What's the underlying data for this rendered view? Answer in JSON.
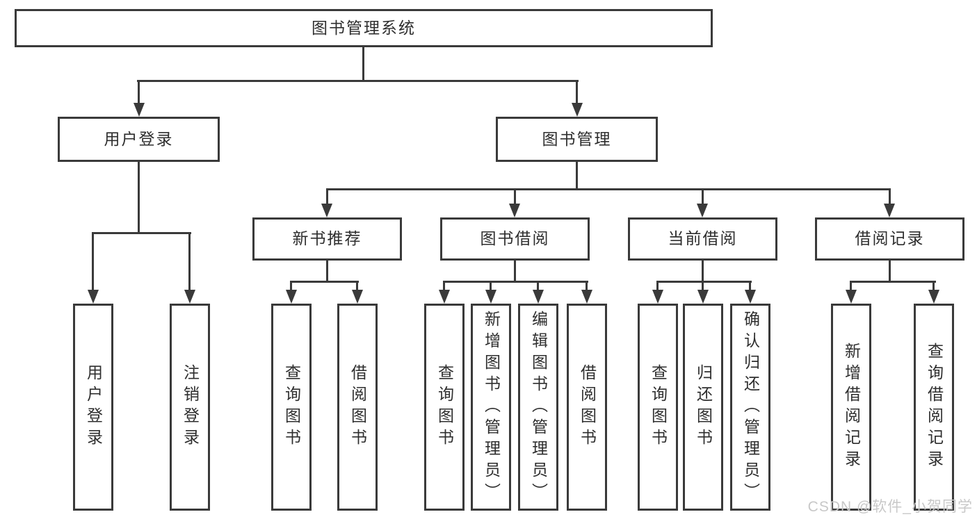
{
  "diagram": {
    "type": "hierarchy-tree",
    "orientation": "top-down",
    "colors": {
      "line": "#3a3a3a",
      "text": "#2e2e2e",
      "watermark": "#c8c8c8",
      "background": "#ffffff"
    }
  },
  "tree": {
    "label": "图书管理系统",
    "children": [
      {
        "label": "用户登录",
        "children": [
          {
            "label": "用户登录"
          },
          {
            "label": "注销登录"
          }
        ]
      },
      {
        "label": "图书管理",
        "children": [
          {
            "label": "新书推荐",
            "children": [
              {
                "label": "查询图书"
              },
              {
                "label": "借阅图书"
              }
            ]
          },
          {
            "label": "图书借阅",
            "children": [
              {
                "label": "查询图书"
              },
              {
                "label": "新增图书（管理员）"
              },
              {
                "label": "编辑图书（管理员）"
              },
              {
                "label": "借阅图书"
              }
            ]
          },
          {
            "label": "当前借阅",
            "children": [
              {
                "label": "查询图书"
              },
              {
                "label": "归还图书"
              },
              {
                "label": "确认归还（管理员）"
              }
            ]
          },
          {
            "label": "借阅记录",
            "children": [
              {
                "label": "新增借阅记录"
              },
              {
                "label": "查询借阅记录"
              }
            ]
          }
        ]
      }
    ]
  },
  "watermark": "CSDN @软件_小贺同学"
}
